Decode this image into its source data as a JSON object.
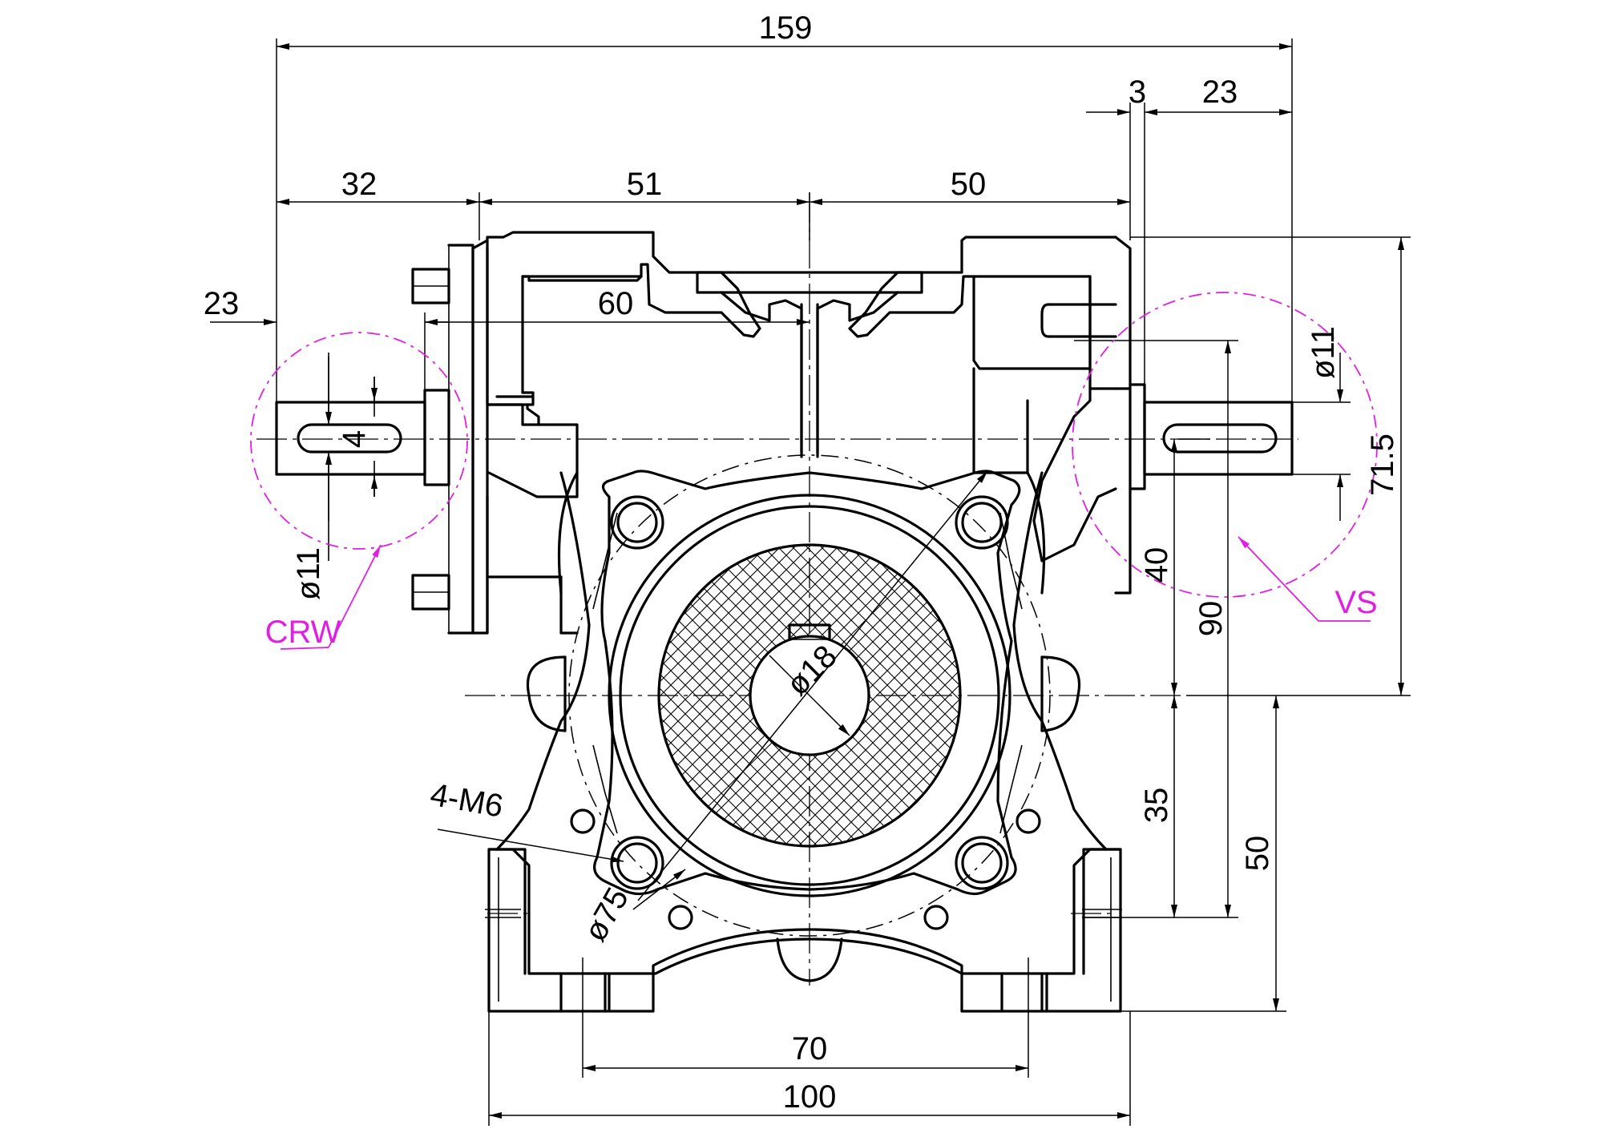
{
  "drawing": {
    "dimensions": {
      "overall_width": "159",
      "shaft_gap": "3",
      "right_shaft_length": "23",
      "left_offset": "32",
      "left_half_width": "51",
      "right_half_width": "50",
      "left_shaft_length": "23",
      "flange_offset": "60",
      "keyway_width": "4",
      "left_shaft_diameter": "ø11",
      "right_shaft_diameter": "ø11",
      "bore_diameter": "ø18",
      "bolt_circle_diameter": "ø75",
      "tapped_holes": "4-M6",
      "total_height": "71.5",
      "shaft_to_center": "40",
      "center_height": "90",
      "center_to_base_35": "35",
      "center_to_base_50": "50",
      "base_hole_spacing": "70",
      "base_width": "100"
    },
    "callouts": {
      "left_label": "CRW",
      "right_label": "VS"
    },
    "colors": {
      "line": "#000000",
      "callout": "#e020e0",
      "background": "#ffffff"
    }
  }
}
